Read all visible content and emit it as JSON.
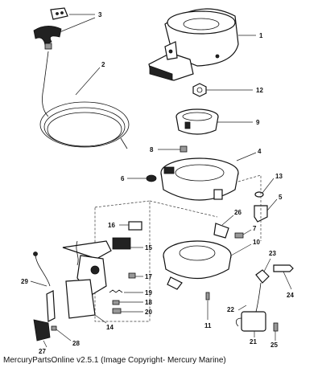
{
  "caption": "MercuryPartsOnline v2.5.1 (Image Copyright- Mercury Marine)",
  "callouts": [
    "1",
    "2",
    "3",
    "4",
    "5",
    "6",
    "7",
    "8",
    "9",
    "10",
    "11",
    "12",
    "13",
    "14",
    "15",
    "16",
    "17",
    "18",
    "19",
    "20",
    "21",
    "22",
    "23",
    "24",
    "25",
    "26",
    "27",
    "28",
    "29"
  ]
}
